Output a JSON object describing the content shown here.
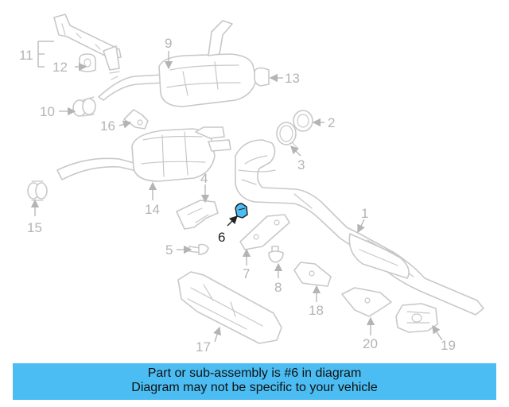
{
  "callouts": {
    "c1": "1",
    "c2": "2",
    "c3": "3",
    "c4": "4",
    "c5": "5",
    "c6": "6",
    "c7": "7",
    "c8": "8",
    "c9": "9",
    "c10": "10",
    "c11": "11",
    "c12": "12",
    "c13": "13",
    "c14": "14",
    "c15": "15",
    "c16": "16",
    "c17": "17",
    "c18": "18",
    "c19": "19",
    "c20": "20"
  },
  "highlighted_part": "6",
  "colors": {
    "highlight": "#4bbdf3",
    "line": "#c8c8c8",
    "callout": "#b4b4b4",
    "callout_highlight": "#222222"
  },
  "banner": {
    "line1": "Part or sub-assembly is #6 in diagram",
    "line2": "Diagram may not be specific to your vehicle"
  }
}
